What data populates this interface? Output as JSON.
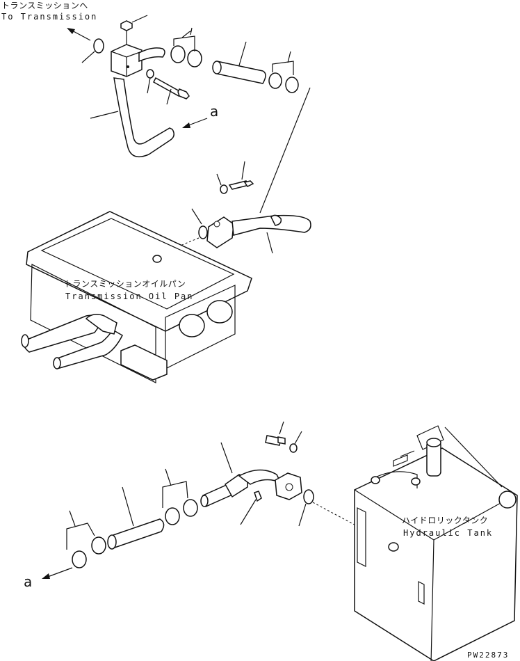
{
  "labels": {
    "to_transmission_jp": "トランスミッションへ",
    "to_transmission_en": "To Transmission",
    "oil_pan_jp": "トランスミッションオイルパン",
    "oil_pan_en": "Transmission Oil Pan",
    "hyd_tank_jp": "ハイドロリックタンク",
    "hyd_tank_en": "Hydraulic Tank",
    "ref_a_top": "a",
    "ref_a_bottom": "a",
    "drawing_code": "PW22873"
  }
}
